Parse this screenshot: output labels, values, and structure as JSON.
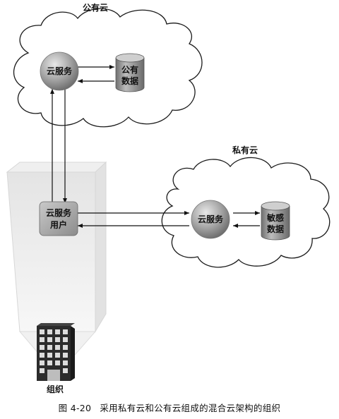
{
  "public_cloud": {
    "label": "公有云",
    "service_label": "云服务",
    "data_line1": "公有",
    "data_line2": "数据"
  },
  "private_cloud": {
    "label": "私有云",
    "service_label": "云服务",
    "data_line1": "敏感",
    "data_line2": "数据"
  },
  "user_node": {
    "line1": "云服务",
    "line2": "用户"
  },
  "organization_label": "组织",
  "caption": {
    "number": "图 4-20",
    "text": "采用私有云和公有云组成的混合云架构的组织"
  },
  "colors": {
    "sphere": "#9a9a9a",
    "cylinder": "#8a8a8a",
    "user_box": "#a9a9a9",
    "building": "#2c2c2c",
    "window": "#dcdcdc",
    "beam": "#ececec",
    "line": "#111111"
  }
}
